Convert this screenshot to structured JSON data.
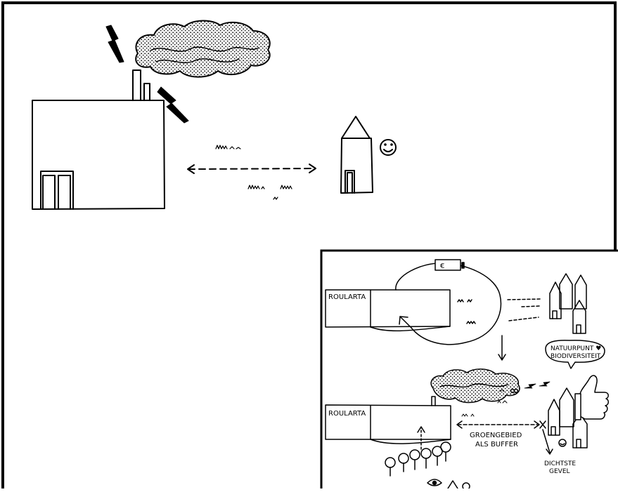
{
  "panel_small": {
    "label_top": "ROULARTA",
    "label_bottom": "ROULARTA",
    "bubble_line1": "NATUURPUNT ♥",
    "bubble_line2": "BIODIVERSITEIT",
    "buffer_line1": "GROENGEBIED",
    "buffer_line2": "ALS BUFFER",
    "facade_line1": "DICHTSTE",
    "facade_line2": "GEVEL",
    "money_symbol": "€"
  },
  "icons": [
    "factory-icon",
    "lightning-icon",
    "smoke-cloud-icon",
    "house-icon",
    "smiley-icon",
    "money-icon",
    "tree-icon",
    "eye-icon",
    "thumbs-up-icon",
    "heart-icon"
  ]
}
